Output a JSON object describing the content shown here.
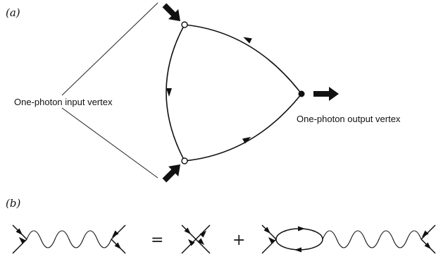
{
  "panels": {
    "a": {
      "label": "(a)"
    },
    "b": {
      "label": "(b)"
    }
  },
  "labels": {
    "input_vertex": "One-photon input vertex",
    "output_vertex": "One-photon output vertex"
  },
  "equation": {
    "equals": "=",
    "plus": "+"
  },
  "icons": [
    "thick-arrow-icon",
    "open-circle-vertex",
    "filled-circle-vertex",
    "propagator-arrow-icon"
  ]
}
